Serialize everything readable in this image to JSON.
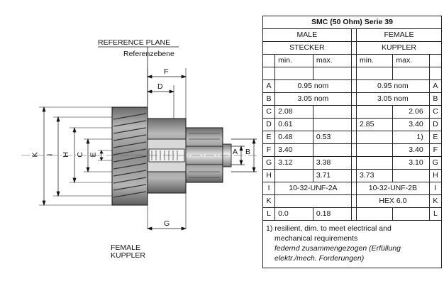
{
  "drawing": {
    "plane_en": "REFERENCE PLANE",
    "plane_de": "Referenzebene",
    "label_f": "F",
    "label_d": "D",
    "label_g": "G",
    "label_k": "K",
    "label_i": "I",
    "label_h": "H",
    "label_c": "C",
    "label_e": "E",
    "label_a": "A",
    "label_b": "B",
    "caption_line1": "FEMALE",
    "caption_line2": "KUPPLER"
  },
  "table": {
    "title": "SMC (50 Ohm) Serie 39",
    "male_en": "MALE",
    "male_de": "STECKER",
    "female_en": "FEMALE",
    "female_de": "KUPPLER",
    "min": "min.",
    "max": "max.",
    "rows": [
      {
        "k": "A",
        "male_span": "0.95 nom",
        "female_span": "0.95 nom"
      },
      {
        "k": "B",
        "male_span": "3.05 nom",
        "female_span": "3.05 nom"
      },
      {
        "k": "C",
        "m_min": "2.08",
        "m_max": "",
        "f_min": "",
        "f_max": "2.06"
      },
      {
        "k": "D",
        "m_min": "0.61",
        "m_max": "",
        "f_min": "2.85",
        "f_max": "3.40"
      },
      {
        "k": "E",
        "m_min": "0.48",
        "m_max": "0.53",
        "f_min": "",
        "f_max": "1)"
      },
      {
        "k": "F",
        "m_min": "3.40",
        "m_max": "",
        "f_min": "",
        "f_max": "3.40"
      },
      {
        "k": "G",
        "m_min": "3.12",
        "m_max": "3.38",
        "f_min": "",
        "f_max": "3.10"
      },
      {
        "k": "H",
        "m_min": "",
        "m_max": "3.71",
        "f_min": "3.73",
        "f_max": ""
      },
      {
        "k": "I",
        "male_span": "10-32-UNF-2A",
        "female_span": "10-32-UNF-2B"
      },
      {
        "k": "K",
        "male_span": "",
        "female_span": "HEX 6.0"
      },
      {
        "k": "L",
        "m_min": "0.0",
        "m_max": "0.18",
        "f_min": "",
        "f_max": ""
      }
    ],
    "note1": "1) resilient, dim. to meet electrical and",
    "note2": "mechanical requirements",
    "note3": "federnd zusammengezogen (Erfüllung",
    "note4": "elektr./mech. Forderungen)"
  }
}
